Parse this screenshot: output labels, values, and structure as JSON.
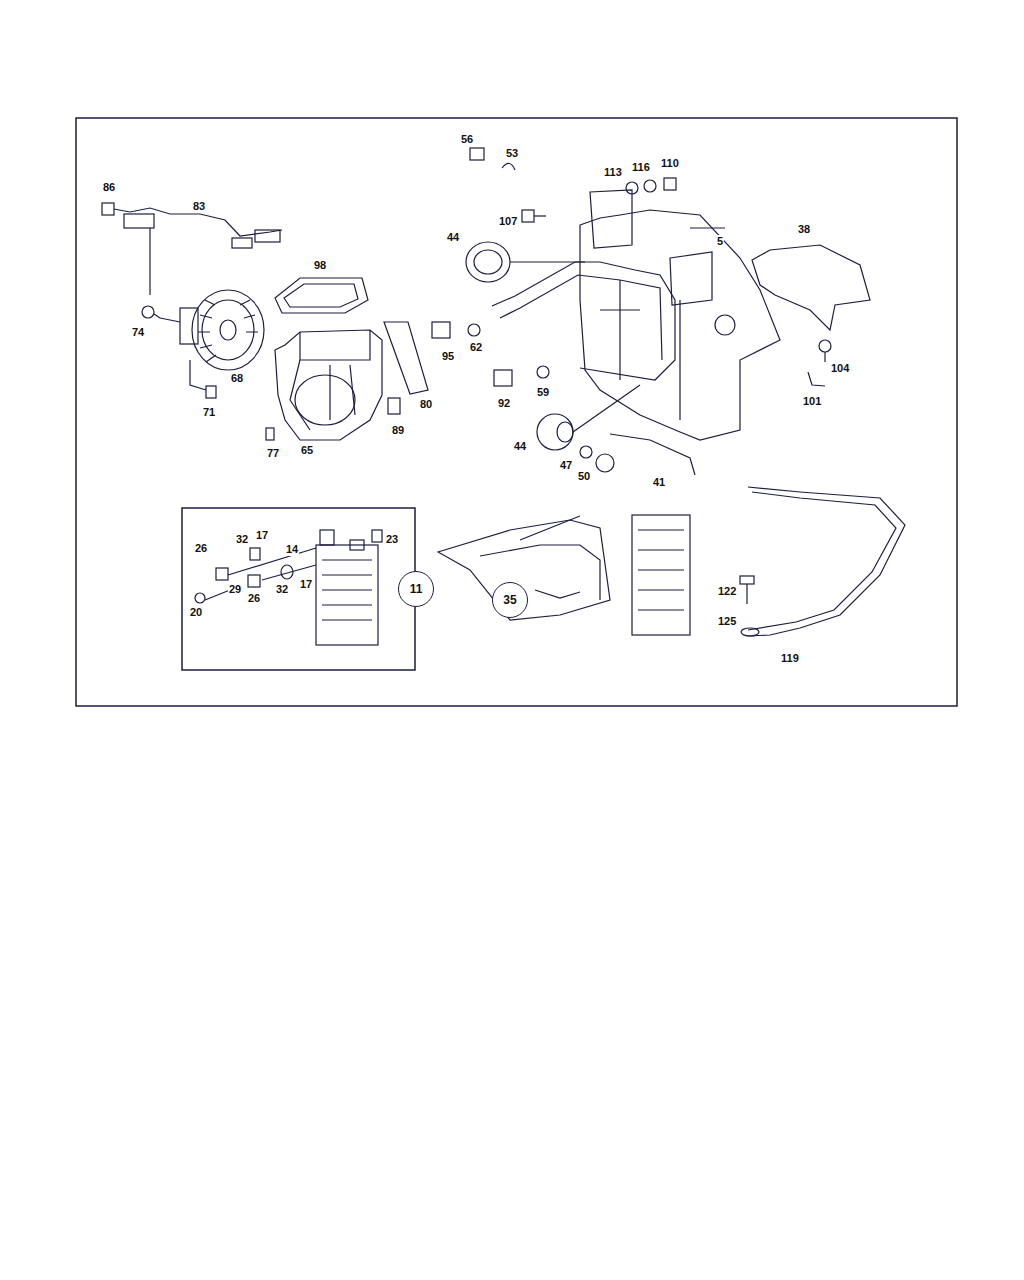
{
  "diagram": {
    "nodes": [
      {
        "text": [
          "11"
        ]
      },
      {
        "text": [
          "35"
        ]
      }
    ],
    "labels": [
      "56",
      "53",
      "113",
      "116",
      "110",
      "86",
      "83",
      "107",
      "5",
      "38",
      "44",
      "98",
      "74",
      "95",
      "62",
      "68",
      "71",
      "104",
      "92",
      "59",
      "80",
      "101",
      "89",
      "77",
      "65",
      "44",
      "47",
      "50",
      "41",
      "32",
      "17",
      "23",
      "26",
      "14",
      "29",
      "26",
      "32",
      "17",
      "20",
      "122",
      "125",
      "119"
    ]
  }
}
